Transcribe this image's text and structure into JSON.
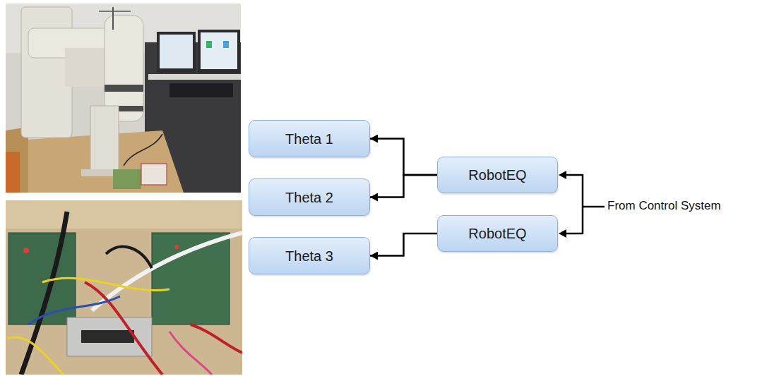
{
  "diagram": {
    "nodes": [
      {
        "text": [
          "Theta 1"
        ]
      },
      {
        "text": [
          "Theta 2"
        ]
      },
      {
        "text": [
          "Theta 3"
        ]
      },
      {
        "text": [
          "RobotEQ"
        ]
      },
      {
        "text": [
          "RobotEQ"
        ]
      }
    ],
    "edges": [
      {
        "from": 3,
        "to": 0,
        "arrow": "to"
      },
      {
        "from": 3,
        "to": 1,
        "arrow": "to"
      },
      {
        "from": 4,
        "to": 2,
        "arrow": "to"
      }
    ],
    "labels": [
      "From Control System"
    ]
  }
}
